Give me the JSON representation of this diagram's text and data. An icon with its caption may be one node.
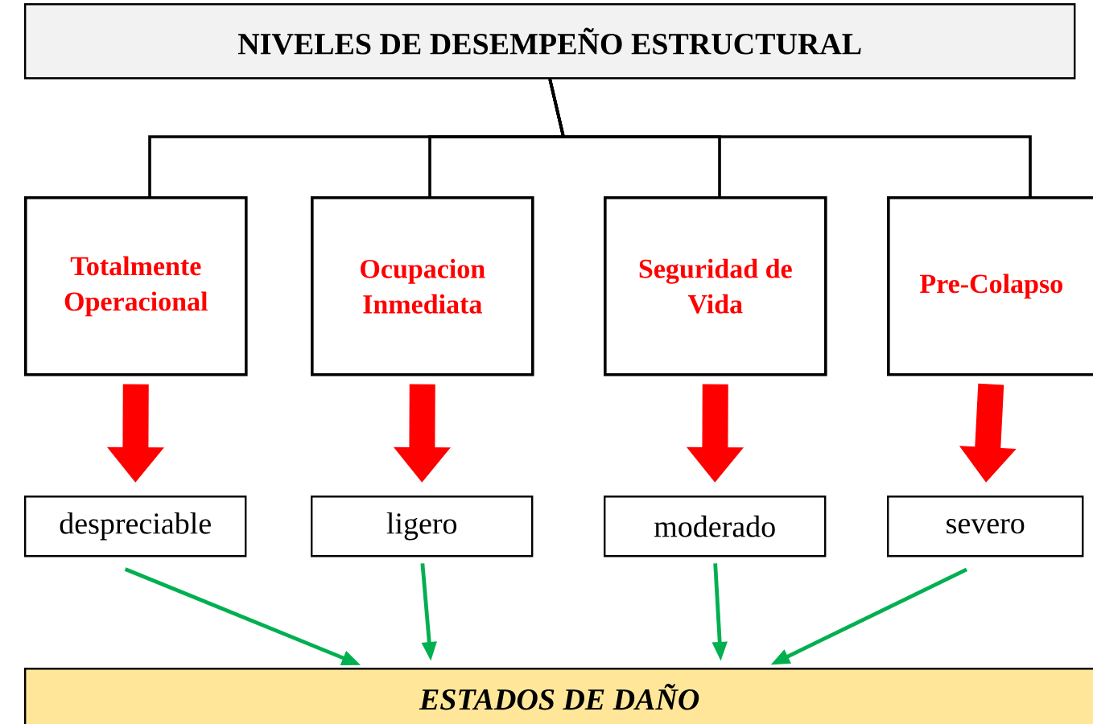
{
  "diagram": {
    "nodes": [
      {
        "text": [
          "NIVELES DE DESEMPEÑO ESTRUCTURAL"
        ]
      },
      {
        "text": [
          "Totalmente Operacional"
        ]
      },
      {
        "text": [
          "Ocupacion Inmediata"
        ]
      },
      {
        "text": [
          "Seguridad de Vida"
        ]
      },
      {
        "text": [
          "Pre-Colapso"
        ]
      },
      {
        "text": [
          "despreciable"
        ]
      },
      {
        "text": [
          "ligero"
        ]
      },
      {
        "text": [
          "moderado"
        ]
      },
      {
        "text": [
          "severo"
        ]
      },
      {
        "text": [
          "ESTADOS DE DAÑO"
        ]
      }
    ],
    "edges": [
      {
        "from": 0,
        "to": 1,
        "arrow": "none"
      },
      {
        "from": 0,
        "to": 2,
        "arrow": "none"
      },
      {
        "from": 0,
        "to": 3,
        "arrow": "none"
      },
      {
        "from": 0,
        "to": 4,
        "arrow": "none"
      },
      {
        "from": 1,
        "to": 5,
        "arrow": "to",
        "style": "thick",
        "color": "#ff0000"
      },
      {
        "from": 2,
        "to": 6,
        "arrow": "to",
        "style": "thick",
        "color": "#ff0000"
      },
      {
        "from": 3,
        "to": 7,
        "arrow": "to",
        "style": "thick",
        "color": "#ff0000"
      },
      {
        "from": 4,
        "to": 8,
        "arrow": "to",
        "style": "thick",
        "color": "#ff0000"
      },
      {
        "from": 5,
        "to": 9,
        "arrow": "to",
        "color": "#00b050"
      },
      {
        "from": 6,
        "to": 9,
        "arrow": "to",
        "color": "#00b050"
      },
      {
        "from": 7,
        "to": 9,
        "arrow": "to",
        "color": "#00b050"
      },
      {
        "from": 8,
        "to": 9,
        "arrow": "to",
        "color": "#00b050"
      }
    ]
  }
}
